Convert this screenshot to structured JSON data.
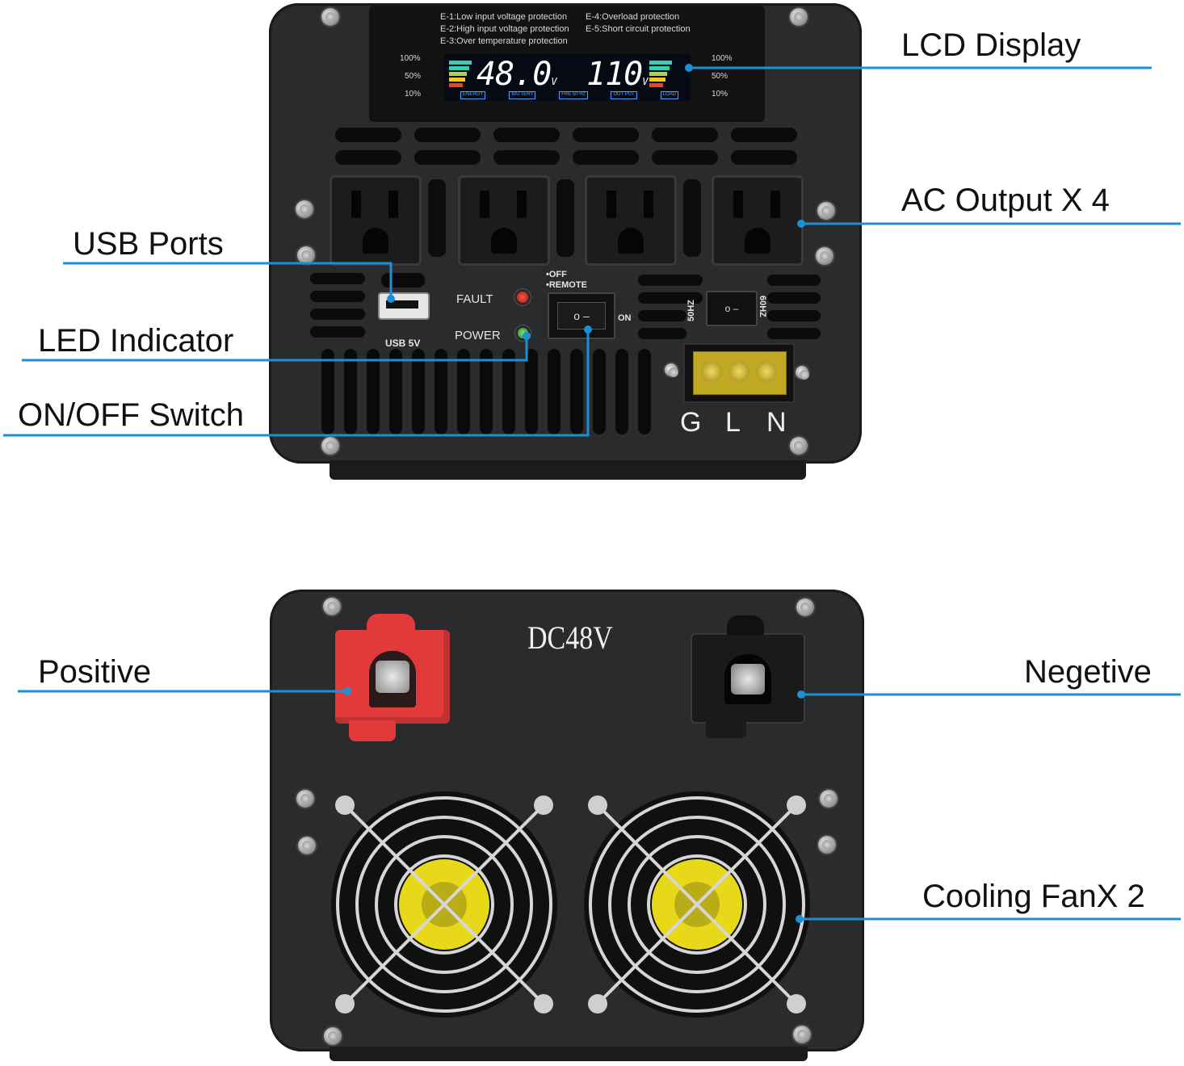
{
  "callouts": {
    "lcd_display": "LCD Display",
    "ac_output": "AC Output X 4",
    "usb_ports": "USB Ports",
    "led_indicator": "LED Indicator",
    "on_off_switch": "ON/OFF Switch",
    "positive": "Positive",
    "negative": "Negetive",
    "cooling_fan": "Cooling FanX 2"
  },
  "front_panel": {
    "errors": {
      "e1": "E-1:Low input voltage protection",
      "e2": "E-2:High input voltage protection",
      "e3": "E-3:Over temperature protection",
      "e4": "E-4:Overload protection",
      "e5": "E-5:Short circuit protection"
    },
    "scale_left": [
      "100%",
      "50%",
      "10%"
    ],
    "scale_right": [
      "100%",
      "50%",
      "10%"
    ],
    "lcd": {
      "battery_voltage": "48.0",
      "output_voltage": "110",
      "unit": "V",
      "tabs": [
        "ENERGY",
        "BATTERY",
        "FRE 50 Hz",
        "OUT PUT",
        "LOAD"
      ]
    },
    "usb_label": "USB 5V",
    "fault_label": "FAULT",
    "power_label": "POWER",
    "switch_off_label": "•OFF",
    "switch_remote_label": "•REMOTE",
    "switch_on_label": "ON",
    "freq_50": "50HZ",
    "freq_60": "60HZ",
    "terminal_labels": [
      "G",
      "L",
      "N"
    ]
  },
  "rear_panel": {
    "voltage_label": "DC48V"
  },
  "colors": {
    "leader_line": "#1e8fd6",
    "positive_terminal": "#e23a3a",
    "negative_terminal": "#1a1a1a",
    "lcd_digits": "#ffffff",
    "fault_led": "#d0231c",
    "power_led": "#3bb34a",
    "fan_label": "#e8d81a"
  },
  "icons": [
    "screw-icon",
    "usb-port-icon",
    "fan-grille-icon"
  ]
}
